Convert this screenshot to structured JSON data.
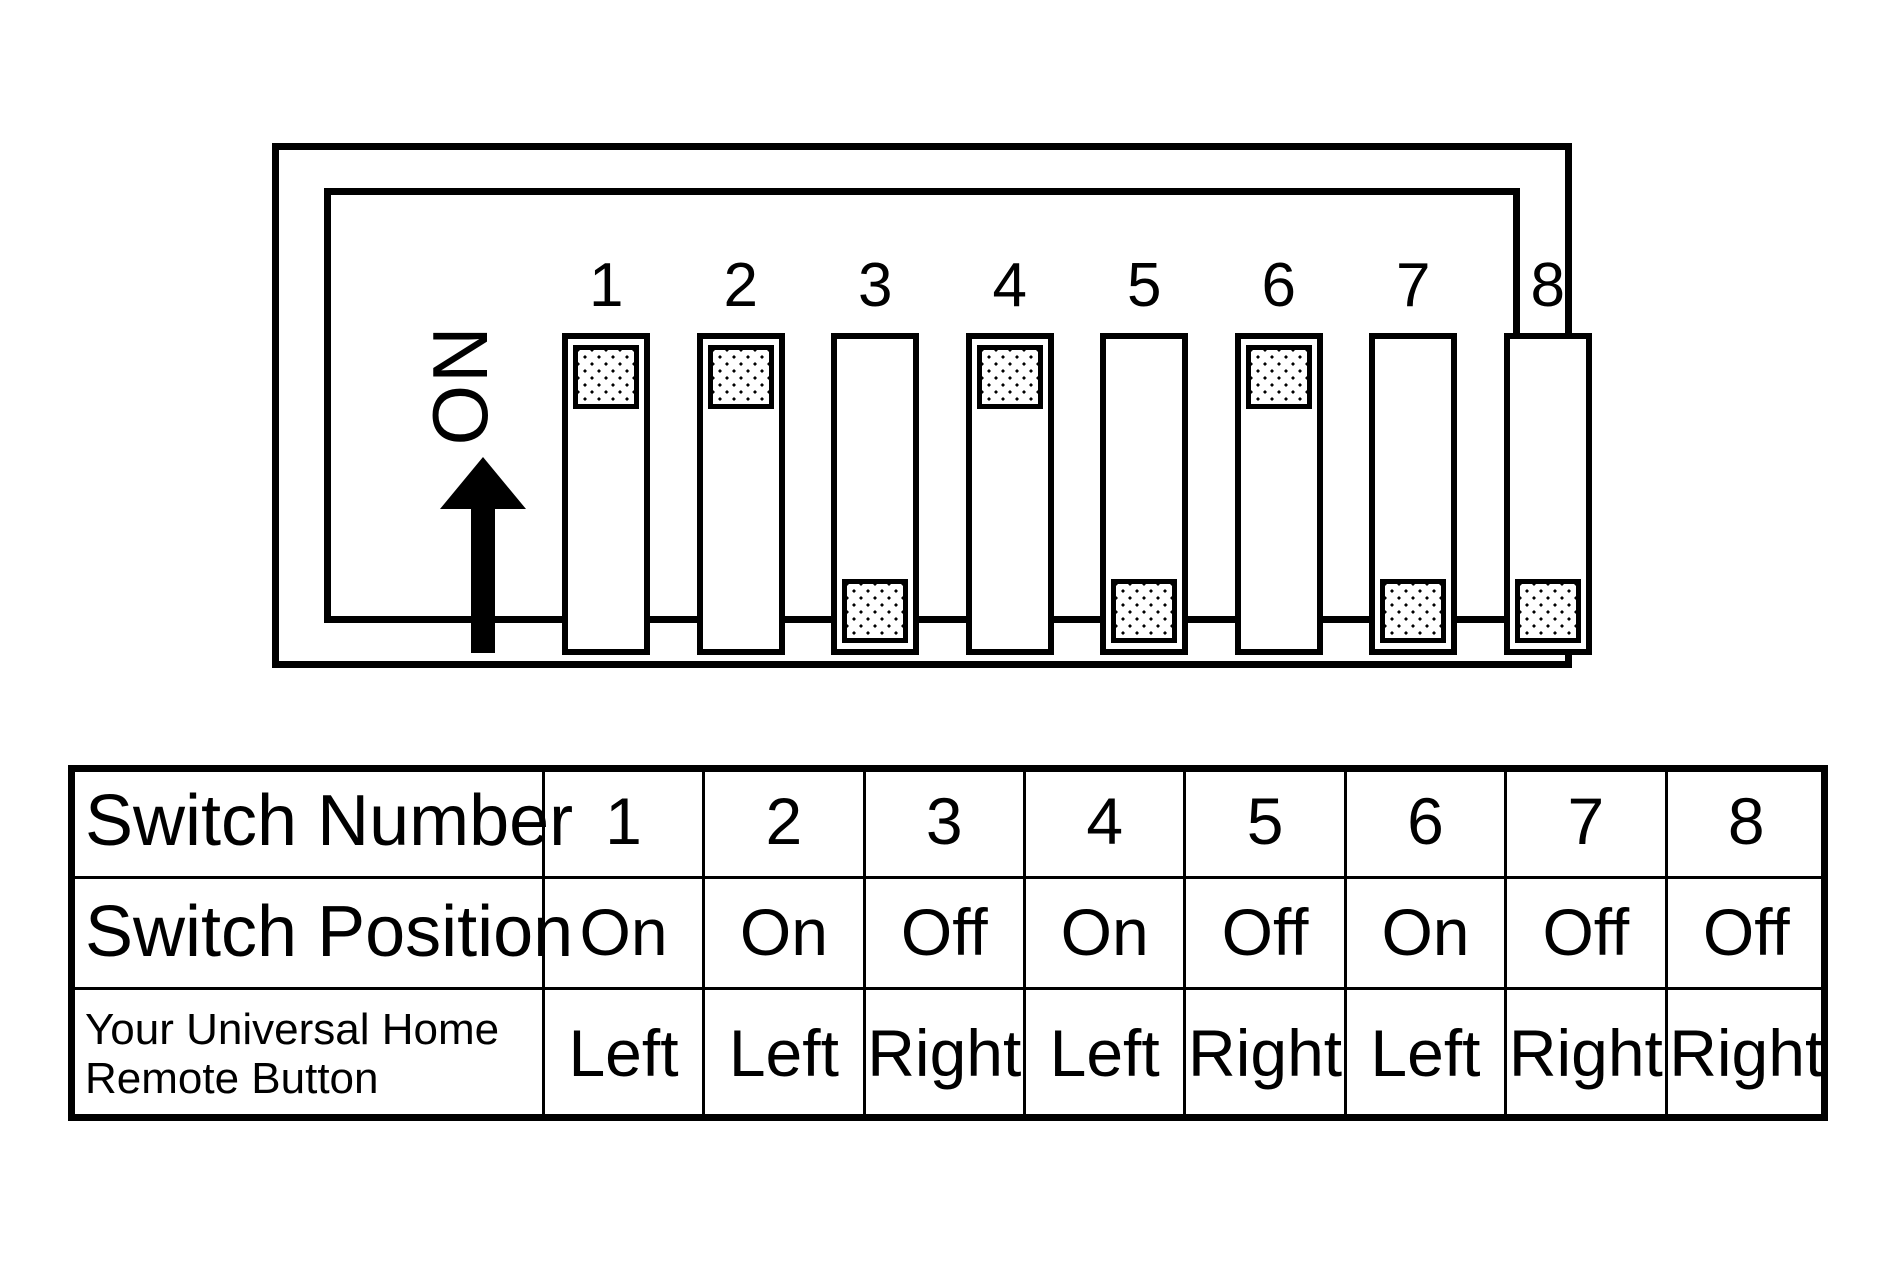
{
  "diagram": {
    "name": "dip-switch-bank",
    "on_label": "ON",
    "arrow_direction": "up",
    "switch_count": 8,
    "switches": [
      {
        "number": "1",
        "position": "On"
      },
      {
        "number": "2",
        "position": "On"
      },
      {
        "number": "3",
        "position": "Off"
      },
      {
        "number": "4",
        "position": "On"
      },
      {
        "number": "5",
        "position": "Off"
      },
      {
        "number": "6",
        "position": "On"
      },
      {
        "number": "7",
        "position": "Off"
      },
      {
        "number": "8",
        "position": "Off"
      }
    ]
  },
  "table": {
    "rows": [
      {
        "label": "Switch Number",
        "label_line2": "",
        "values": [
          "1",
          "2",
          "3",
          "4",
          "5",
          "6",
          "7",
          "8"
        ]
      },
      {
        "label": "Switch Position",
        "label_line2": "",
        "values": [
          "On",
          "On",
          "Off",
          "On",
          "Off",
          "On",
          "Off",
          "Off"
        ]
      },
      {
        "label": "Your Universal Home",
        "label_line2": "Remote Button",
        "values": [
          "Left",
          "Left",
          "Right",
          "Left",
          "Right",
          "Left",
          "Right",
          "Right"
        ]
      }
    ]
  },
  "colors": {
    "ink": "#000000",
    "paper": "#ffffff"
  }
}
